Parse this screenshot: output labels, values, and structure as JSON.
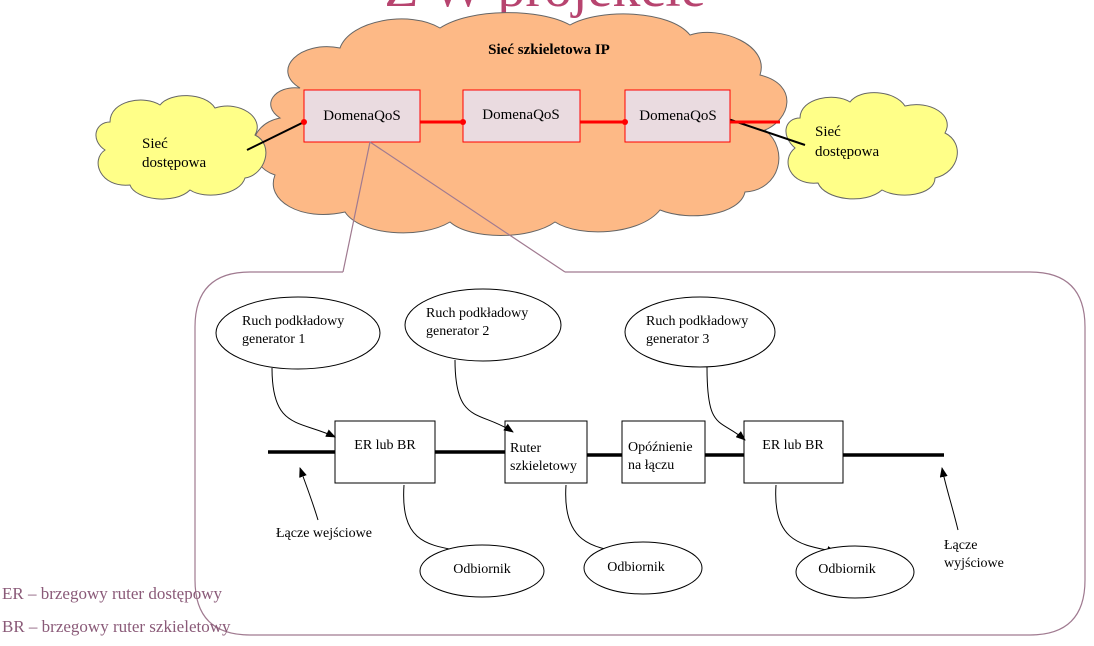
{
  "title_partial": "Z W projekcie",
  "cloud": {
    "title": "Sieć szkieletowa IP",
    "domains": [
      "DomenaQoS",
      "DomenaQoS",
      "DomenaQoS"
    ]
  },
  "access_left": {
    "line1": "Sieć",
    "line2": "dostępowa"
  },
  "access_right": {
    "line1": "Sieć",
    "line2": "dostępowa"
  },
  "detail": {
    "generators": [
      {
        "line1": "Ruch podkładowy",
        "line2": "generator 1"
      },
      {
        "line1": "Ruch podkładowy",
        "line2": "generator 2"
      },
      {
        "line1": "Ruch podkładowy",
        "line2": "generator 3"
      }
    ],
    "boxes": {
      "er_br_1": "ER lub BR",
      "router_line1": "Ruter",
      "router_line2": "szkieletowy",
      "delay_line1": "Opóźnienie",
      "delay_line2": "na łączu",
      "er_br_2": "ER lub BR"
    },
    "receivers": [
      "Odbiornik",
      "Odbiornik",
      "Odbiornik"
    ],
    "input_link": "Łącze wejściowe",
    "output_link_line1": "Łącze",
    "output_link_line2": "wyjściowe"
  },
  "legend": [
    "ER – brzegowy ruter dostępowy",
    "BR – brzegowy ruter szkieletowy"
  ],
  "colors": {
    "cloud_fill": "#FDB986",
    "access_fill": "#FFFF88",
    "domain_fill": "#EADBE0",
    "link_red": "#FF0000",
    "callout_stroke": "#A07A90",
    "title_color": "#B03060"
  }
}
